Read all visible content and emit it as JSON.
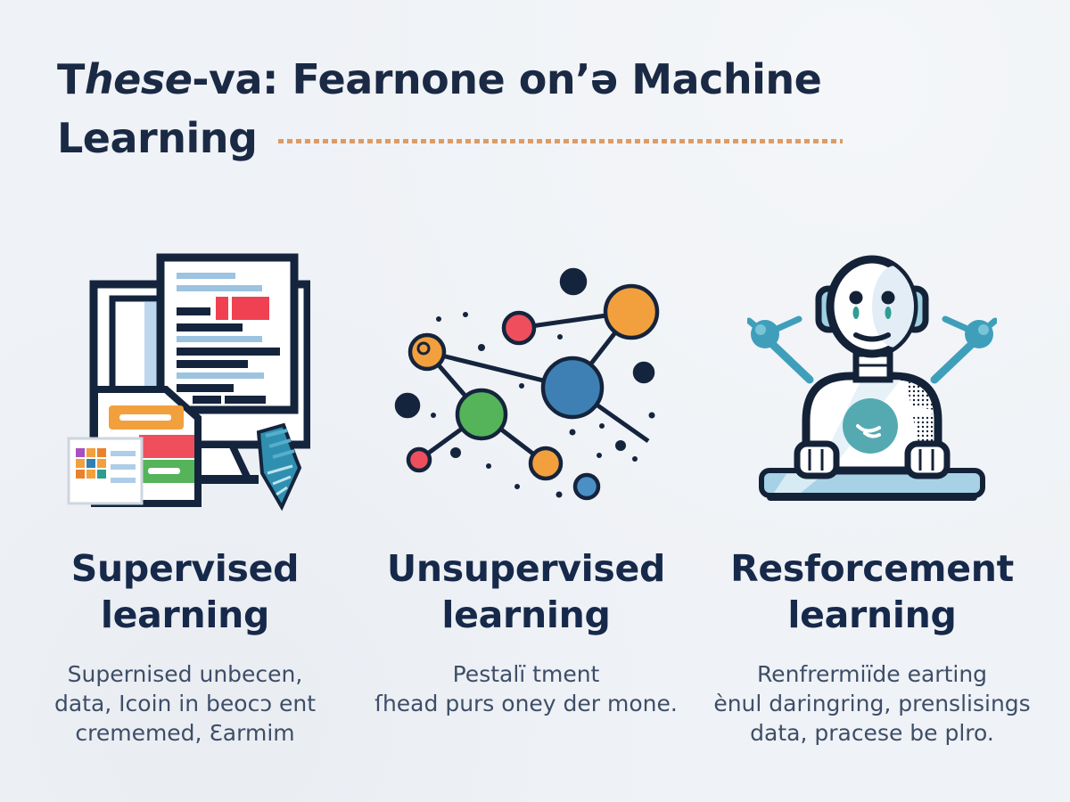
{
  "title": {
    "part1": "T",
    "part1_italic": "hese",
    "part2": "-va: Fearnone on’ə Machine",
    "line2": "Learning"
  },
  "columns": [
    {
      "icon": "monitor-documents-icon",
      "heading_line1": "Supervised",
      "heading_line2": "learning",
      "body_lines": [
        "Supernised unbecen,",
        "data, Icoin in beocɔ ent",
        "crememed, Ɛarmim"
      ]
    },
    {
      "icon": "network-graph-icon",
      "heading_line1": "Unsupervised",
      "heading_line2": "learning",
      "body_lines": [
        "Pestalï tment",
        "ſhead purs oney der mone."
      ]
    },
    {
      "icon": "robot-desk-icon",
      "heading_line1": "Resforcement",
      "heading_line2": "learning",
      "body_lines": [
        "Renfrermiïde earting",
        "ènul daringring, prenslisings",
        "data, pracese be plro."
      ]
    }
  ],
  "colors": {
    "background": "#eff2f6",
    "ink_navy": "#15243d",
    "body_text": "#3e4e68",
    "accent_orange": "#f2a03d",
    "accent_red": "#ef4f5d",
    "accent_green": "#55b35a",
    "accent_blue": "#3f80b4",
    "accent_light_blue": "#aecde8",
    "accent_teal": "#3f9fba",
    "dash_orange": "#d98c4a"
  }
}
